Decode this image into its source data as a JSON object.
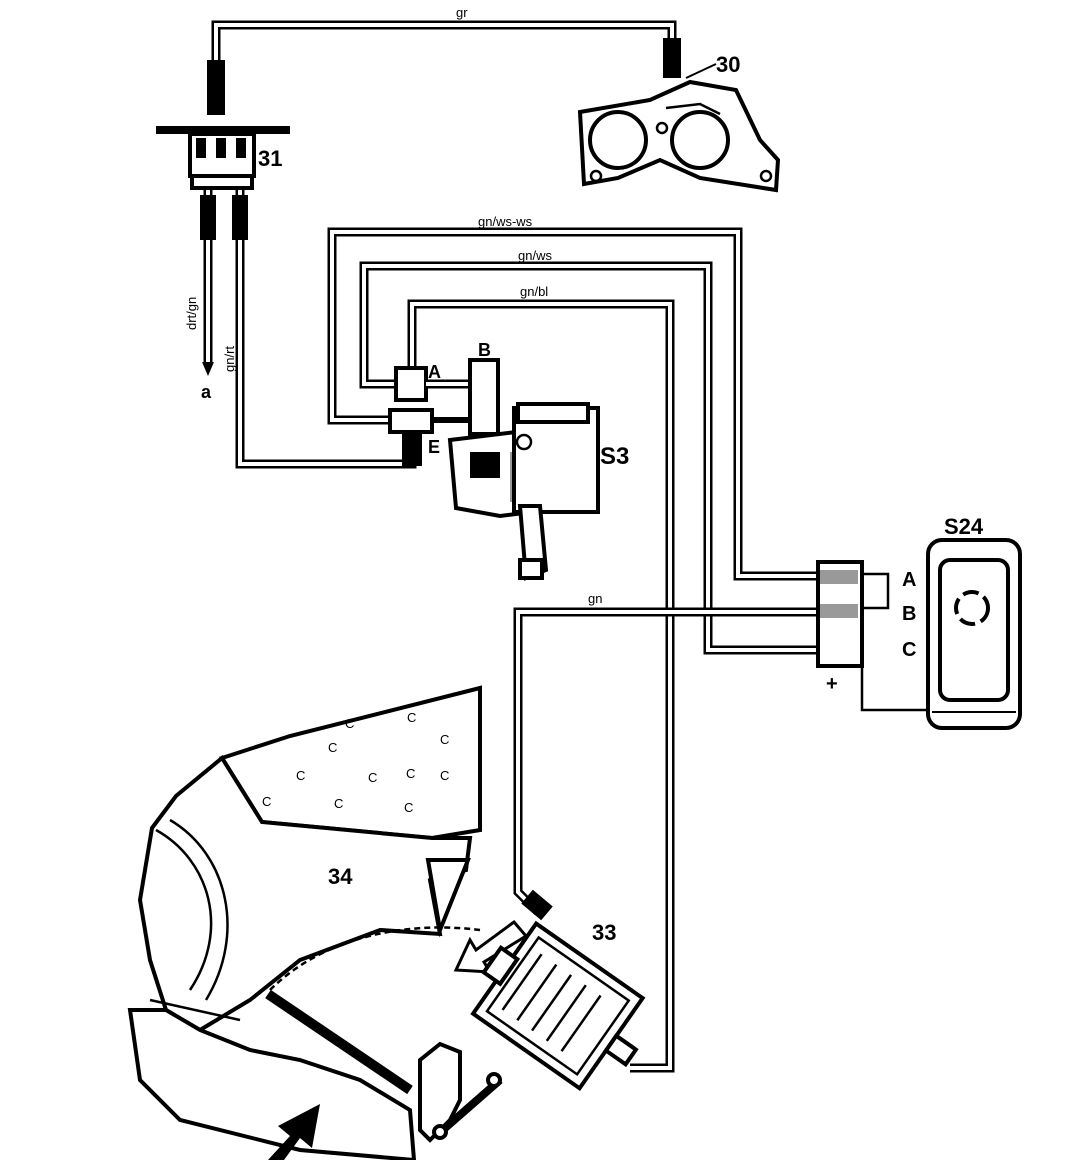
{
  "labels": {
    "part_30": "30",
    "part_31": "31",
    "part_s3": "S3",
    "part_s24": "S24",
    "part_33": "33",
    "part_34": "34",
    "port_a": "A",
    "port_b": "B",
    "port_e": "E",
    "switch_a": "A",
    "switch_b": "B",
    "switch_c": "C",
    "plus": "+",
    "ref_a": "a"
  },
  "wires": {
    "gr": "gr",
    "gn_ws_ws": "gn/ws-ws",
    "gn_ws": "gn/ws",
    "gn_bl": "gn/bl",
    "gn": "gn",
    "drt_gn": "drt/gn",
    "gn_rt": "gn/rt"
  }
}
